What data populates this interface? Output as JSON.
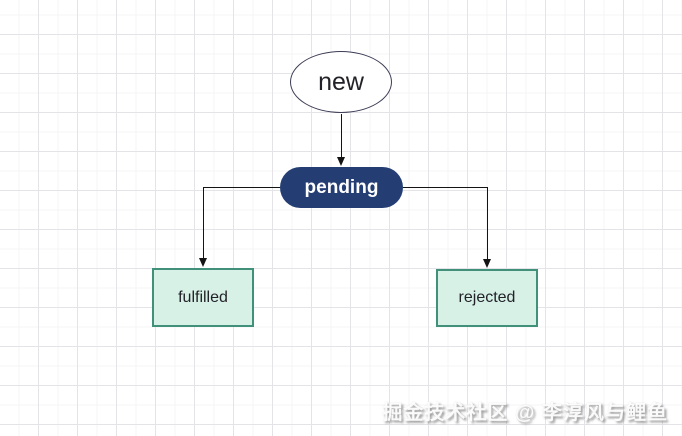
{
  "diagram": {
    "type": "flowchart",
    "description": "Promise state transition diagram",
    "nodes": {
      "new": {
        "label": "new",
        "shape": "ellipse"
      },
      "pending": {
        "label": "pending",
        "shape": "pill"
      },
      "fulfilled": {
        "label": "fulfilled",
        "shape": "rectangle"
      },
      "rejected": {
        "label": "rejected",
        "shape": "rectangle"
      }
    },
    "edges": [
      {
        "from": "new",
        "to": "pending"
      },
      {
        "from": "pending",
        "to": "fulfilled"
      },
      {
        "from": "pending",
        "to": "rejected"
      }
    ]
  },
  "watermark": {
    "text": "掘金技术社区 @ 李淳风与鲤鱼"
  },
  "colors": {
    "pending-fill": "#243e73",
    "pending-text": "#ffffff",
    "state-fill": "#d8f1e7",
    "state-border": "#41917a",
    "node-border": "#3c3c55",
    "text-dark": "#222228",
    "arrow": "#141414",
    "grid-major": "#e4e4e8",
    "grid-minor": "#f4f4f7"
  }
}
